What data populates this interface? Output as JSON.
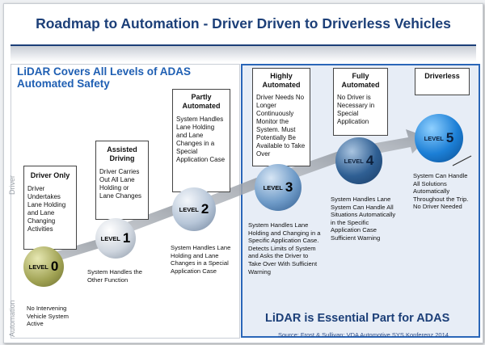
{
  "header": {
    "title": "Roadmap to Automation - Driver Driven to Driverless Vehicles"
  },
  "left_heading": {
    "line1": "LiDAR Covers All Levels of ADAS",
    "line2": "Automated Safety"
  },
  "footer": {
    "lidar_essential": "LiDAR is Essential Part for ADAS",
    "source": "Source: Frost & Sullivan; VDA Automotive SYS Konferenz 2014"
  },
  "axis": {
    "top": "Driver",
    "bottom": "Automation"
  },
  "levels": [
    {
      "number": "0",
      "level_word": "LEVEL",
      "heading": "Driver Only",
      "description": "Driver Undertakes Lane Holding and Lane Changing Activities",
      "system": "No Intervening Vehicle System Active"
    },
    {
      "number": "1",
      "level_word": "LEVEL",
      "heading": "Assisted Driving",
      "description": "Driver Carries Out All Lane Holding or Lane Changes",
      "system": "System Handles the Other Function"
    },
    {
      "number": "2",
      "level_word": "LEVEL",
      "heading": "Partly Automated",
      "description": "System Handles Lane Holding and Lane Changes in a Special Application Case",
      "system": "System Handles Lane Holding and Lane Changes in a Special Application Case"
    },
    {
      "number": "3",
      "level_word": "LEVEL",
      "heading": "Highly Automated",
      "description": "Driver Needs No Longer Continuously Monitor the System. Must Potentially Be Available to Take Over",
      "system": "System Handles Lane Holding and Changing in a Specific Application Case. Detects Limits of System and Asks the Driver to Take Over With Sufficient Warning"
    },
    {
      "number": "4",
      "level_word": "LEVEL",
      "heading": "Fully Automated",
      "description": "No Driver is Necessary in Special Application",
      "system": "System Handles Lane System Can Handle All Situations Automatically in the Specific Application Case Sufficient Warning"
    },
    {
      "number": "5",
      "level_word": "LEVEL",
      "heading": "Driverless",
      "description": "",
      "system": "System Can Handle All Solutions Automatically Throughout the Trip. No Driver Needed"
    }
  ],
  "colors": {
    "title": "#1c3f78",
    "accent_blue": "#2a66b8",
    "level0": "#9fa152",
    "level1": "#cfd6df",
    "level2": "#b7c6d8",
    "level3": "#6f9bc8",
    "level4": "#2f5f93",
    "level5": "#1c7fd6"
  }
}
